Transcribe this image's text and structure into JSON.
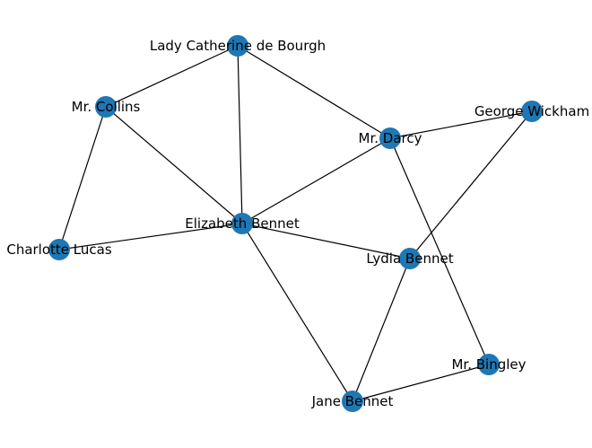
{
  "graph": {
    "node_color": "#1f77b4",
    "edge_color": "#000000",
    "nodes": [
      {
        "id": "lady_catherine",
        "label": "Lady Catherine de Bourgh"
      },
      {
        "id": "collins",
        "label": "Mr. Collins"
      },
      {
        "id": "wickham",
        "label": "George Wickham"
      },
      {
        "id": "darcy",
        "label": "Mr. Darcy"
      },
      {
        "id": "elizabeth",
        "label": "Elizabeth Bennet"
      },
      {
        "id": "charlotte",
        "label": "Charlotte Lucas"
      },
      {
        "id": "lydia",
        "label": "Lydia Bennet"
      },
      {
        "id": "bingley",
        "label": "Mr. Bingley"
      },
      {
        "id": "jane",
        "label": "Jane Bennet"
      }
    ],
    "edges": [
      [
        "lady_catherine",
        "collins"
      ],
      [
        "lady_catherine",
        "elizabeth"
      ],
      [
        "lady_catherine",
        "darcy"
      ],
      [
        "collins",
        "charlotte"
      ],
      [
        "collins",
        "elizabeth"
      ],
      [
        "darcy",
        "wickham"
      ],
      [
        "darcy",
        "elizabeth"
      ],
      [
        "darcy",
        "bingley"
      ],
      [
        "wickham",
        "lydia"
      ],
      [
        "elizabeth",
        "charlotte"
      ],
      [
        "elizabeth",
        "lydia"
      ],
      [
        "elizabeth",
        "jane"
      ],
      [
        "lydia",
        "jane"
      ],
      [
        "jane",
        "bingley"
      ]
    ]
  }
}
